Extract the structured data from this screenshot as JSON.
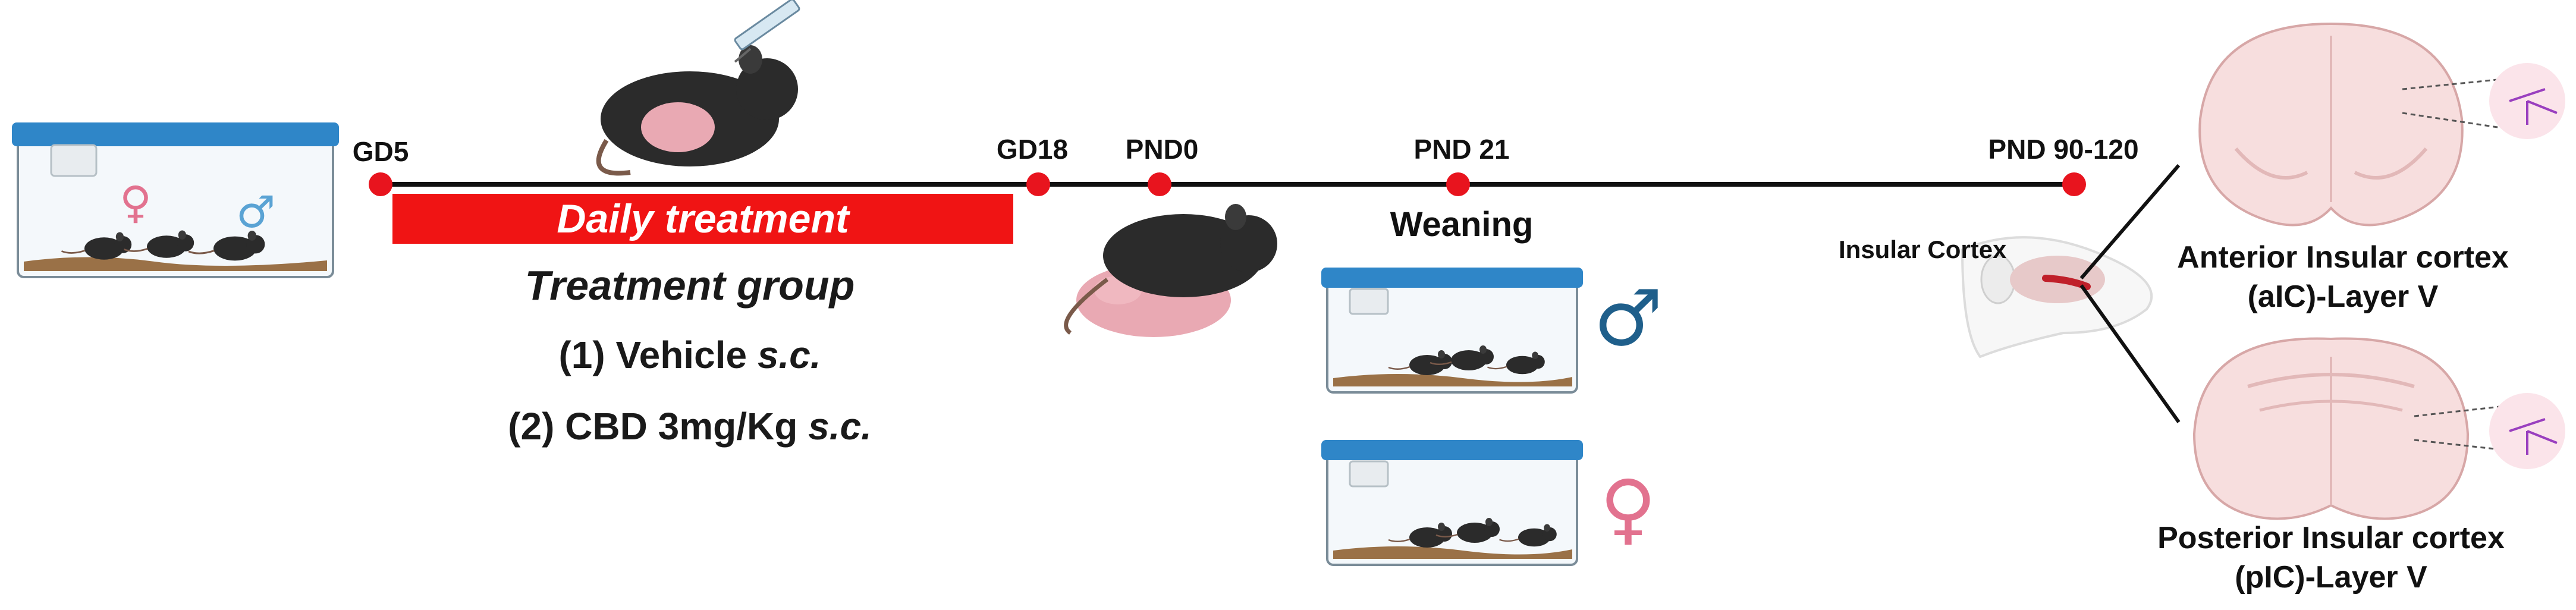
{
  "timepoints": [
    {
      "label": "GD5"
    },
    {
      "label": "GD18"
    },
    {
      "label": "PND0"
    },
    {
      "label": "PND 21"
    },
    {
      "label": "PND 90-120"
    }
  ],
  "treatment_banner": "Daily treatment",
  "treatment_group": {
    "title": "Treatment group",
    "items": [
      {
        "prefix": "(1) Vehicle ",
        "route": "s.c."
      },
      {
        "prefix": "(2) CBD 3mg/Kg ",
        "route": "s.c."
      }
    ]
  },
  "weaning_label": "Weaning",
  "insular_label": "Insular Cortex",
  "regions": {
    "anterior": {
      "line1": "Anterior Insular cortex",
      "line2": "(aIC)-Layer V"
    },
    "posterior": {
      "line1": "Posterior Insular cortex",
      "line2": "(pIC)-Layer V"
    }
  },
  "symbols": {
    "female": "♀",
    "male": "♂"
  },
  "colors": {
    "timeline_dot": "#e8141e",
    "banner": "#f01414",
    "male": "#1f5f8b",
    "female": "#e2728f",
    "cage_lid": "#2f86c8",
    "bedding": "#9a7147",
    "mouse": "#2b2b2b",
    "brain": "#f7dede"
  }
}
